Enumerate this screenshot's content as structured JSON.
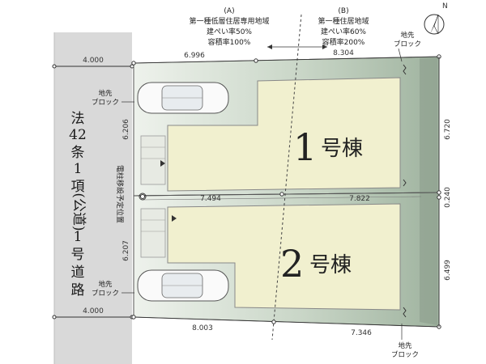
{
  "zones": {
    "a": {
      "tag": "(A)",
      "line1": "第一種低層住居専用地域",
      "line2": "建ぺい率50%",
      "line3": "容積率100%"
    },
    "b": {
      "tag": "(B)",
      "line1": "第一種住居地域",
      "line2": "建ぺい率60%",
      "line3": "容積率200%"
    }
  },
  "road": {
    "width_top": "4.000",
    "width_bottom": "4.000",
    "chars": [
      "法",
      "42",
      "条",
      "1",
      "項",
      "1",
      "号",
      "道",
      "路"
    ],
    "public": "(公道)"
  },
  "dimensions": {
    "top_left": "6.996",
    "top_right": "8.304",
    "left_upper": "6.206",
    "left_lower": "6.207",
    "mid_left": "7.494",
    "mid_right": "7.822",
    "bottom_left": "8.003",
    "bottom_right": "7.346",
    "right_upper": "6.720",
    "right_mid": "0.240",
    "right_lower": "6.499"
  },
  "labels": {
    "block_owner_top_right": [
      "地先",
      "ブロック"
    ],
    "block_owner_left": [
      "地先",
      "ブロック"
    ],
    "block_owner_bottom_left": [
      "地先",
      "ブロック"
    ],
    "block_owner_bottom_right": [
      "地先",
      "ブロック"
    ],
    "pole_relocation": "電柱移設予定位置"
  },
  "buildings": {
    "b1": {
      "num": "1",
      "suffix": "号棟"
    },
    "b2": {
      "num": "2",
      "suffix": "号棟"
    }
  },
  "compass": {
    "north": "N"
  },
  "colors": {
    "site_fill": "#c9d6c7",
    "building_fill": "#f1f0cf",
    "road_fill": "#d9d9d9",
    "wall": "#8a9b8a"
  }
}
